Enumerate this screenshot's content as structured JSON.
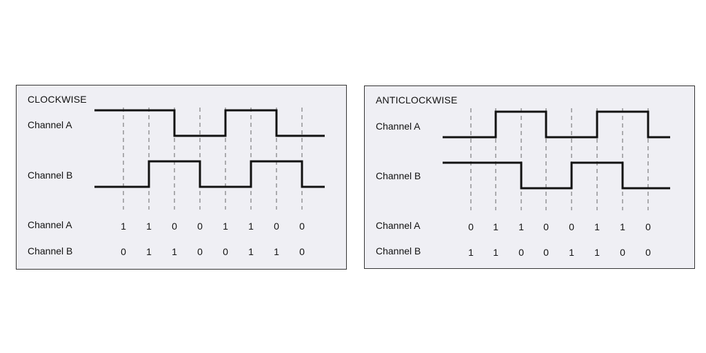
{
  "colors": {
    "panel_bg": "#efeff4",
    "line": "#111111",
    "dash": "#666666"
  },
  "panels": [
    {
      "title": "CLOCKWISE",
      "labels": {
        "wave_a": "Channel A",
        "wave_b": "Channel B",
        "table_a": "Channel A",
        "table_b": "Channel B"
      },
      "signal_a": [
        1,
        1,
        0,
        0,
        1,
        1,
        0,
        0
      ],
      "signal_b": [
        0,
        1,
        1,
        0,
        0,
        1,
        1,
        0
      ],
      "bits_a": [
        "1",
        "1",
        "0",
        "0",
        "1",
        "1",
        "0",
        "0"
      ],
      "bits_b": [
        "0",
        "1",
        "1",
        "0",
        "0",
        "1",
        "1",
        "0"
      ]
    },
    {
      "title": "ANTICLOCKWISE",
      "labels": {
        "wave_a": "Channel A",
        "wave_b": "Channel B",
        "table_a": "Channel A",
        "table_b": "Channel B"
      },
      "signal_a": [
        0,
        1,
        1,
        0,
        0,
        1,
        1,
        0
      ],
      "signal_b": [
        1,
        1,
        0,
        0,
        1,
        1,
        0,
        0
      ],
      "bits_a": [
        "0",
        "1",
        "1",
        "0",
        "0",
        "1",
        "1",
        "0"
      ],
      "bits_b": [
        "1",
        "1",
        "0",
        "0",
        "1",
        "1",
        "0",
        "0"
      ]
    }
  ]
}
